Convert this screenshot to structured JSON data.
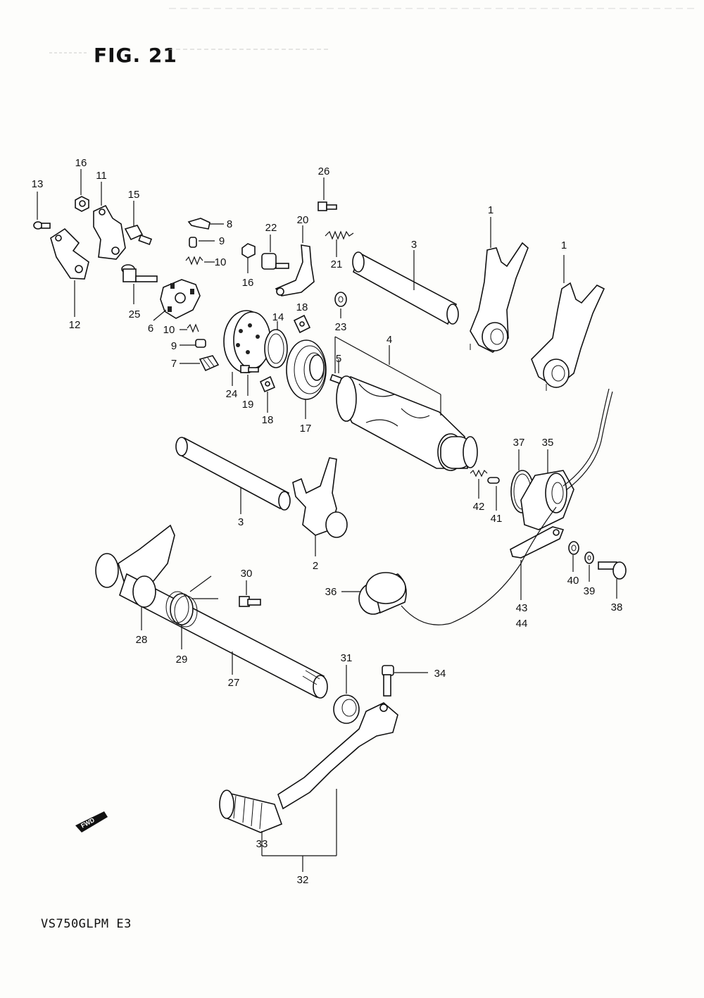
{
  "figure": {
    "title": "FIG. 21",
    "model_code": "VS750GLPM E3",
    "fwd_label": "FWD"
  },
  "callouts": [
    {
      "id": "c1a",
      "text": "1"
    },
    {
      "id": "c1b",
      "text": "1"
    },
    {
      "id": "c2",
      "text": "2"
    },
    {
      "id": "c3a",
      "text": "3"
    },
    {
      "id": "c3b",
      "text": "3"
    },
    {
      "id": "c4",
      "text": "4"
    },
    {
      "id": "c5",
      "text": "5"
    },
    {
      "id": "c6",
      "text": "6"
    },
    {
      "id": "c7",
      "text": "7"
    },
    {
      "id": "c8",
      "text": "8"
    },
    {
      "id": "c9a",
      "text": "9"
    },
    {
      "id": "c9b",
      "text": "9"
    },
    {
      "id": "c10a",
      "text": "10"
    },
    {
      "id": "c10b",
      "text": "10"
    },
    {
      "id": "c11",
      "text": "11"
    },
    {
      "id": "c12",
      "text": "12"
    },
    {
      "id": "c13",
      "text": "13"
    },
    {
      "id": "c14",
      "text": "14"
    },
    {
      "id": "c15",
      "text": "15"
    },
    {
      "id": "c16a",
      "text": "16"
    },
    {
      "id": "c16b",
      "text": "16"
    },
    {
      "id": "c17",
      "text": "17"
    },
    {
      "id": "c18a",
      "text": "18"
    },
    {
      "id": "c18b",
      "text": "18"
    },
    {
      "id": "c19",
      "text": "19"
    },
    {
      "id": "c20",
      "text": "20"
    },
    {
      "id": "c21",
      "text": "21"
    },
    {
      "id": "c22",
      "text": "22"
    },
    {
      "id": "c23",
      "text": "23"
    },
    {
      "id": "c24",
      "text": "24"
    },
    {
      "id": "c25",
      "text": "25"
    },
    {
      "id": "c26",
      "text": "26"
    },
    {
      "id": "c27",
      "text": "27"
    },
    {
      "id": "c28",
      "text": "28"
    },
    {
      "id": "c29",
      "text": "29"
    },
    {
      "id": "c30",
      "text": "30"
    },
    {
      "id": "c31",
      "text": "31"
    },
    {
      "id": "c32",
      "text": "32"
    },
    {
      "id": "c33",
      "text": "33"
    },
    {
      "id": "c34",
      "text": "34"
    },
    {
      "id": "c35",
      "text": "35"
    },
    {
      "id": "c36",
      "text": "36"
    },
    {
      "id": "c37",
      "text": "37"
    },
    {
      "id": "c38",
      "text": "38"
    },
    {
      "id": "c39",
      "text": "39"
    },
    {
      "id": "c40",
      "text": "40"
    },
    {
      "id": "c41",
      "text": "41"
    },
    {
      "id": "c42",
      "text": "42"
    },
    {
      "id": "c43",
      "text": "43"
    },
    {
      "id": "c44",
      "text": "44"
    }
  ]
}
